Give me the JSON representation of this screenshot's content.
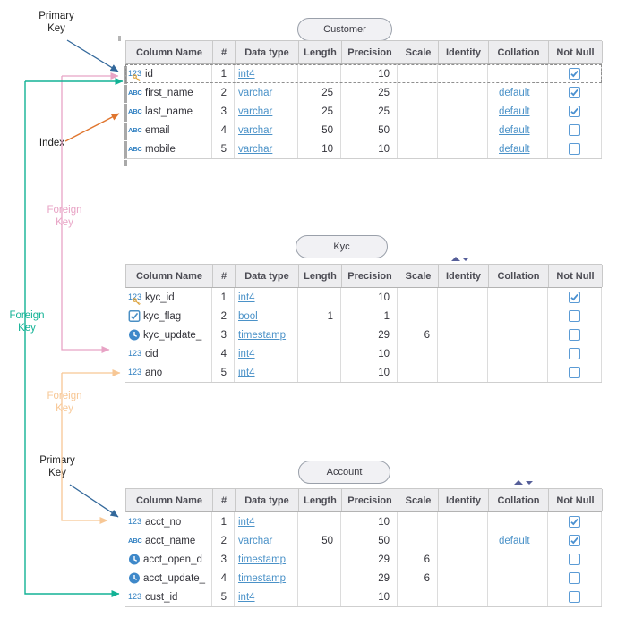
{
  "annotations": {
    "primary_key_top": {
      "line1": "Primary",
      "line2": "Key"
    },
    "index": {
      "line1": "Index",
      "line2": ""
    },
    "foreign_key_pink": {
      "line1": "Foreign",
      "line2": "Key"
    },
    "foreign_key_teal": {
      "line1": "Foreign",
      "line2": "Key"
    },
    "foreign_key_peach": {
      "line1": "Foreign",
      "line2": "Key"
    },
    "primary_key_bottom": {
      "line1": "Primary",
      "line2": "Key"
    }
  },
  "colors": {
    "primary_key_arrow": "#33689b",
    "index_arrow": "#e0762f",
    "foreign_key_pink": "#e8a3c5",
    "foreign_key_teal": "#12b295",
    "foreign_key_peach": "#f7c795",
    "annotation_text": "#1e1e1e",
    "type_link": "#4b92c8"
  },
  "columns": [
    "Column Name",
    "#",
    "Data type",
    "Length",
    "Precision",
    "Scale",
    "Identity",
    "Collation",
    "Not Null"
  ],
  "tables": [
    {
      "title": "Customer",
      "rows": [
        {
          "icon": "int4-pk",
          "name": "id",
          "ord": "1",
          "type": "int4",
          "length": "",
          "precision": "10",
          "scale": "",
          "identity": "",
          "collation": "",
          "not_null": true,
          "selected": true
        },
        {
          "icon": "varchar",
          "name": "first_name",
          "ord": "2",
          "type": "varchar",
          "length": "25",
          "precision": "25",
          "scale": "",
          "identity": "",
          "collation": "default",
          "not_null": true,
          "selected": false
        },
        {
          "icon": "varchar",
          "name": "last_name",
          "ord": "3",
          "type": "varchar",
          "length": "25",
          "precision": "25",
          "scale": "",
          "identity": "",
          "collation": "default",
          "not_null": true,
          "selected": false
        },
        {
          "icon": "varchar",
          "name": "email",
          "ord": "4",
          "type": "varchar",
          "length": "50",
          "precision": "50",
          "scale": "",
          "identity": "",
          "collation": "default",
          "not_null": false,
          "selected": false
        },
        {
          "icon": "varchar",
          "name": "mobile",
          "ord": "5",
          "type": "varchar",
          "length": "10",
          "precision": "10",
          "scale": "",
          "identity": "",
          "collation": "default",
          "not_null": false,
          "selected": false
        }
      ]
    },
    {
      "title": "Kyc",
      "rows": [
        {
          "icon": "int4-pk",
          "name": "kyc_id",
          "ord": "1",
          "type": "int4",
          "length": "",
          "precision": "10",
          "scale": "",
          "identity": "",
          "collation": "",
          "not_null": true,
          "selected": false
        },
        {
          "icon": "bool",
          "name": "kyc_flag",
          "ord": "2",
          "type": "bool",
          "length": "1",
          "precision": "1",
          "scale": "",
          "identity": "",
          "collation": "",
          "not_null": false,
          "selected": false
        },
        {
          "icon": "timestamp",
          "name": "kyc_update_",
          "ord": "3",
          "type": "timestamp",
          "length": "",
          "precision": "29",
          "scale": "6",
          "identity": "",
          "collation": "",
          "not_null": false,
          "selected": false
        },
        {
          "icon": "int4",
          "name": "cid",
          "ord": "4",
          "type": "int4",
          "length": "",
          "precision": "10",
          "scale": "",
          "identity": "",
          "collation": "",
          "not_null": false,
          "selected": false
        },
        {
          "icon": "int4",
          "name": "ano",
          "ord": "5",
          "type": "int4",
          "length": "",
          "precision": "10",
          "scale": "",
          "identity": "",
          "collation": "",
          "not_null": false,
          "selected": false
        }
      ]
    },
    {
      "title": "Account",
      "rows": [
        {
          "icon": "int4",
          "name": "acct_no",
          "ord": "1",
          "type": "int4",
          "length": "",
          "precision": "10",
          "scale": "",
          "identity": "",
          "collation": "",
          "not_null": true,
          "selected": false
        },
        {
          "icon": "varchar",
          "name": "acct_name",
          "ord": "2",
          "type": "varchar",
          "length": "50",
          "precision": "50",
          "scale": "",
          "identity": "",
          "collation": "default",
          "not_null": true,
          "selected": false
        },
        {
          "icon": "timestamp",
          "name": "acct_open_d",
          "ord": "3",
          "type": "timestamp",
          "length": "",
          "precision": "29",
          "scale": "6",
          "identity": "",
          "collation": "",
          "not_null": false,
          "selected": false
        },
        {
          "icon": "timestamp",
          "name": "acct_update_",
          "ord": "4",
          "type": "timestamp",
          "length": "",
          "precision": "29",
          "scale": "6",
          "identity": "",
          "collation": "",
          "not_null": false,
          "selected": false
        },
        {
          "icon": "int4",
          "name": "cust_id",
          "ord": "5",
          "type": "int4",
          "length": "",
          "precision": "10",
          "scale": "",
          "identity": "",
          "collation": "",
          "not_null": false,
          "selected": false
        }
      ]
    }
  ]
}
